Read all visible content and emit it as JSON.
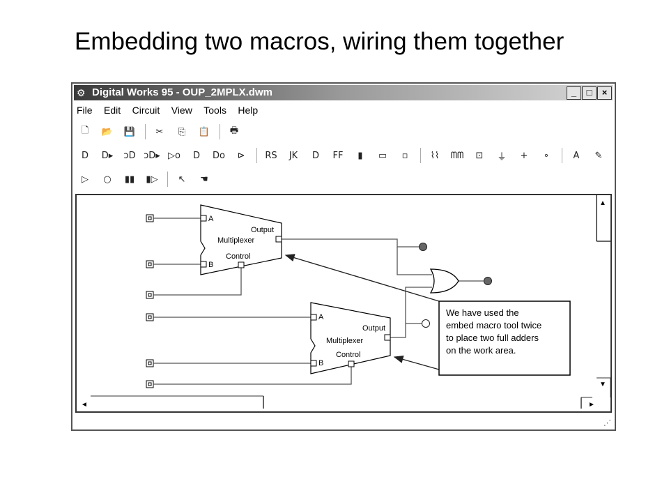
{
  "slide_title": "Embedding two macros, wiring them together",
  "window": {
    "title": "Digital Works 95 - OUP_2MPLX.dwm",
    "controls": {
      "minimize": "_",
      "maximize": "□",
      "close": "×"
    }
  },
  "menu": [
    "File",
    "Edit",
    "Circuit",
    "View",
    "Tools",
    "Help"
  ],
  "toolbar1": [
    {
      "name": "new-file-icon",
      "glyph": "🗋"
    },
    {
      "name": "open-folder-icon",
      "glyph": "📂"
    },
    {
      "name": "save-icon",
      "glyph": "💾"
    },
    {
      "name": "cut-icon",
      "glyph": "✂"
    },
    {
      "name": "copy-icon",
      "glyph": "⎘"
    },
    {
      "name": "paste-icon",
      "glyph": "📋"
    },
    {
      "name": "print-icon",
      "glyph": "🖶"
    }
  ],
  "toolbar2": [
    {
      "name": "and-gate-icon",
      "glyph": "D"
    },
    {
      "name": "or-gate-icon",
      "glyph": "D▸"
    },
    {
      "name": "xor-gate-icon",
      "glyph": "ↄD"
    },
    {
      "name": "xnor-gate-icon",
      "glyph": "ↄD▸"
    },
    {
      "name": "buffer-icon",
      "glyph": "▷o"
    },
    {
      "name": "nand-gate-icon",
      "glyph": "D"
    },
    {
      "name": "nor-gate-icon",
      "glyph": "Do"
    },
    {
      "name": "tristate-icon",
      "glyph": "⊳"
    },
    {
      "name": "rs-flipflop-icon",
      "glyph": "RS"
    },
    {
      "name": "jk-flipflop-icon",
      "glyph": "JK"
    },
    {
      "name": "d-flipflop-icon",
      "glyph": "D"
    },
    {
      "name": "ff-icon",
      "glyph": "FF"
    },
    {
      "name": "switch-icon",
      "glyph": "▮"
    },
    {
      "name": "led-icon",
      "glyph": "▭"
    },
    {
      "name": "macro-icon",
      "glyph": "▫"
    },
    {
      "name": "clock-icon",
      "glyph": "⌇⌇"
    },
    {
      "name": "sequence-icon",
      "glyph": "ᗰᗰ"
    },
    {
      "name": "input-icon",
      "glyph": "⊡"
    },
    {
      "name": "ground-icon",
      "glyph": "⏚"
    },
    {
      "name": "plus-icon",
      "glyph": "+"
    },
    {
      "name": "node-icon",
      "glyph": "∘"
    },
    {
      "name": "text-tool-icon",
      "glyph": "A"
    },
    {
      "name": "pencil-icon",
      "glyph": "✎"
    }
  ],
  "toolbar3": [
    {
      "name": "run-icon",
      "glyph": "▷"
    },
    {
      "name": "stop-icon",
      "glyph": "○"
    },
    {
      "name": "pause-icon",
      "glyph": "▮▮"
    },
    {
      "name": "step-icon",
      "glyph": "▮▷"
    },
    {
      "name": "pointer-icon",
      "glyph": "↖"
    },
    {
      "name": "hand-icon",
      "glyph": "☚"
    }
  ],
  "circuit": {
    "mux1": {
      "label": "Multiplexer",
      "port_a": "A",
      "port_b": "B",
      "output": "Output",
      "control": "Control"
    },
    "mux2": {
      "label": "Multiplexer",
      "port_a": "A",
      "port_b": "B",
      "output": "Output",
      "control": "Control"
    }
  },
  "callout": {
    "lines": [
      "We have used the",
      "embed macro tool twice",
      "to place two full adders",
      "on the work area."
    ]
  },
  "scroll": {
    "up": "▲",
    "down": "▼",
    "left": "◄",
    "right": "►"
  }
}
